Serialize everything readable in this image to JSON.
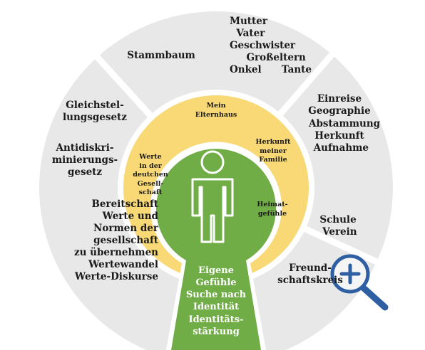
{
  "outer_ring": {
    "top": "Stammbaum",
    "family": "Mutter\n  Vater\nGeschwister\n     Großeltern\nOnkel      Tante",
    "right_top": "Einreise\nGeographie\n   Abstammung\nHerkunft\n Aufnahme",
    "right_mid": "Schule\n Verein",
    "right_bottom": "Freund-\nschaftskreis",
    "left_1": "Gleichstel-\nlungsgesetz",
    "left_2": "Antidiskri-\nminierungs-\ngesetz",
    "left_3": "Bereitschaft\nWerte und\nNormen der\ngesellschaft\nzu übernehmen\nWertewandel\nWerte-Diskurse"
  },
  "inner_ring": {
    "top": "Mein\nElternhaus",
    "right_1": "Herkunft\nmeiner\nFamilie",
    "right_2": "Heimat-\ngefühle",
    "left": "Werte\nin der\ndeutchen\nGesell-\nschaft"
  },
  "keyhole": {
    "text": "Eigene\nGefühle\nSuche nach\nIdentität\nIdentitäts-\nstärkung"
  },
  "colors": {
    "outer": "#e8e8e8",
    "inner": "#f9d976",
    "core": "#70ad47",
    "magnifier": "#2e5fa3"
  },
  "icons": {
    "person": "person-icon",
    "zoom": "zoom-in-icon"
  }
}
